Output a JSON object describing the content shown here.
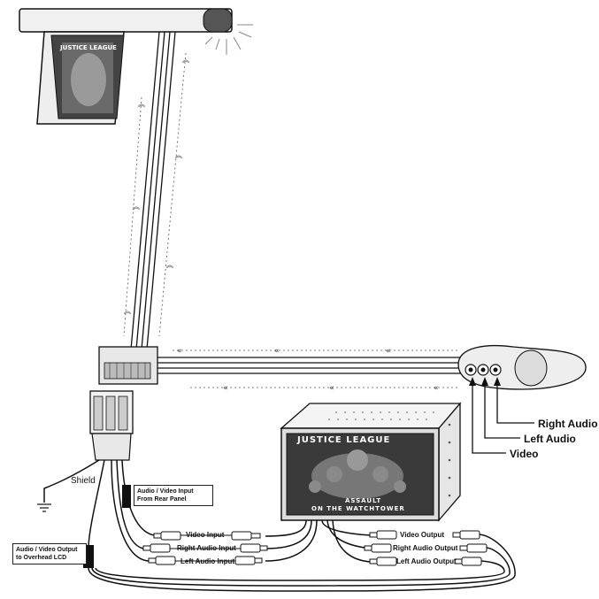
{
  "colors": {
    "line": "#111111",
    "screen": "#3a3a3a",
    "lightgray": "#d8d8d8"
  },
  "overhead_screen": {
    "title": "JUSTICE LEAGUE"
  },
  "dvd_player": {
    "screen_title": "JUSTICE LEAGUE",
    "screen_subtitle_1": "ASSAULT",
    "screen_subtitle_2": "ON THE WATCHTOWER"
  },
  "jack_labels": {
    "right_audio": "Right Audio",
    "left_audio": "Left Audio",
    "video": "Video"
  },
  "wire_labels": {
    "shield": "Shield",
    "av_input_line1": "Audio / Video Input",
    "av_input_line2": "From Rear Panel",
    "av_output_line1": "Audio / Video Output",
    "av_output_line2": "to Overhead LCD"
  },
  "connectors": {
    "video_input": "Video Input",
    "right_audio_input": "Right Audio Input",
    "left_audio_input": "Left Audio Input",
    "video_output": "Video Output",
    "right_audio_output": "Right Audio Output",
    "left_audio_output": "Left Audio Output"
  }
}
